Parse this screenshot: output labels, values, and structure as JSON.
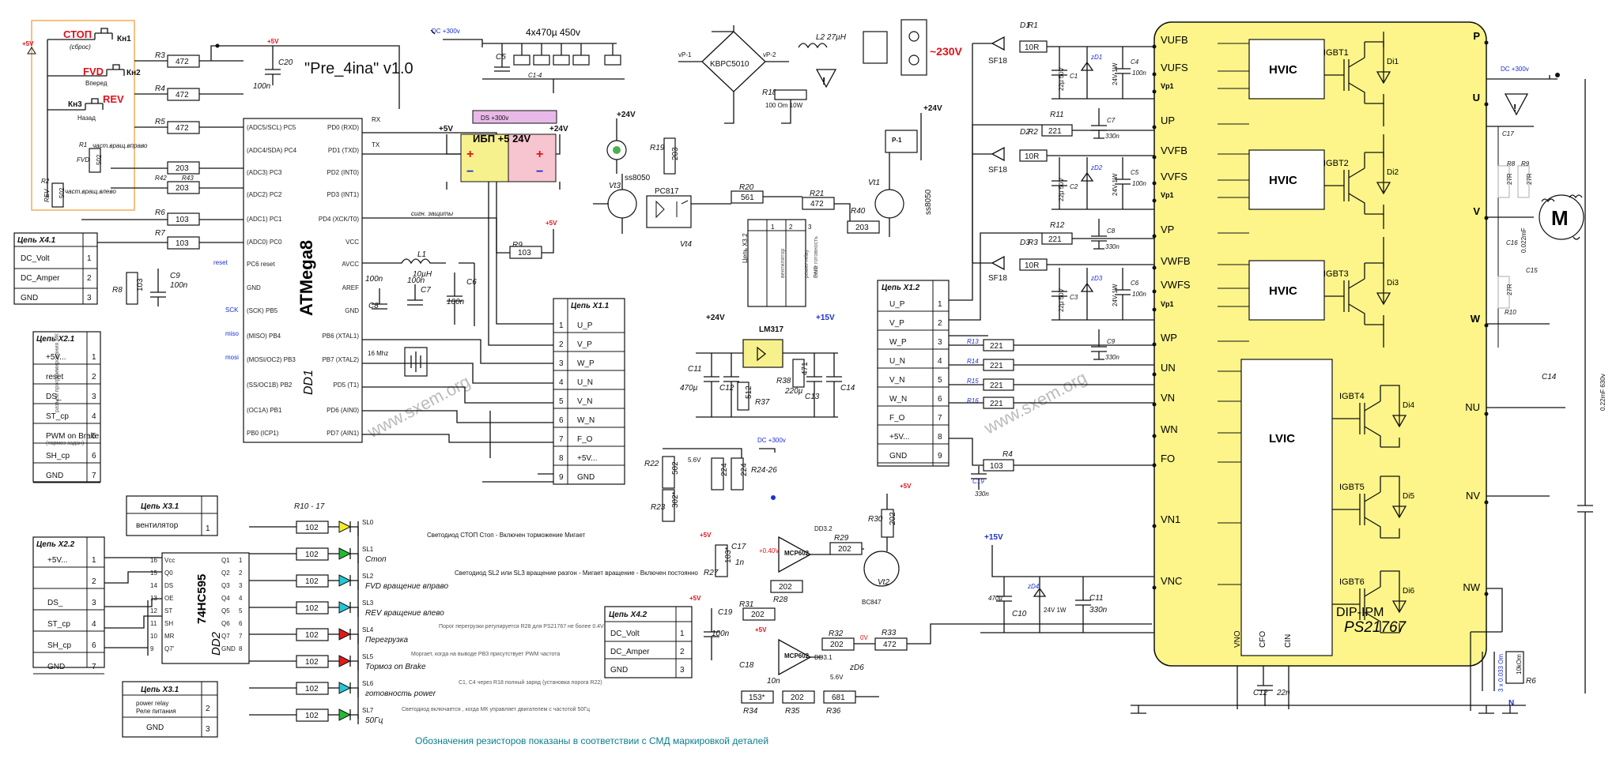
{
  "title": "\"Pre_4ina\" v1.0",
  "footer": "Обозначения резисторов показаны в соответствии с СМД маркировкой деталей",
  "watermark": "www.sxem.org",
  "buttons": {
    "stop": "СТОП",
    "stop_sub": "(сброс)",
    "kn1": "Кн1",
    "fvd": "FVD",
    "fvd_sub": "Вперед",
    "kn2": "Кн2",
    "kn3": "Кн3",
    "rev": "REV",
    "rev_sub": "Назад"
  },
  "supply": {
    "v5": "+5V",
    "v24": "+24V",
    "v15": "+15V",
    "dc300": "DC +300v",
    "ac230": "~230V"
  },
  "mcu": {
    "name": "ATMega8",
    "ref": "DD1",
    "left_pins": [
      {
        "n": "(ADC5/SCL) PC5"
      },
      {
        "n": "(ADC4/SDA) PC4"
      },
      {
        "n": "(ADC3) PC3"
      },
      {
        "n": "(ADC2) PC2"
      },
      {
        "n": "(ADC1) PC1"
      },
      {
        "n": "(ADC0) PC0"
      },
      {
        "n": "PC6 reset"
      },
      {
        "n": "GND"
      },
      {
        "n": "(SCK) PB5"
      },
      {
        "n": "(MISO) PB4"
      },
      {
        "n": "(MOSI/OC2) PB3"
      },
      {
        "n": "(SS/OC1B) PB2"
      },
      {
        "n": "(OC1A) PB1"
      },
      {
        "n": "PB0 (ICP1)"
      }
    ],
    "right_pins": [
      {
        "n": "PD0 (RXD)"
      },
      {
        "n": "PD1 (TXD)"
      },
      {
        "n": "PD2 (INT0)"
      },
      {
        "n": "PD3 (INT1)"
      },
      {
        "n": "PD4 (XCK/T0)"
      },
      {
        "n": "VCC"
      },
      {
        "n": "AVCC"
      },
      {
        "n": "AREF"
      },
      {
        "n": "GND"
      },
      {
        "n": "PB6 (XTAL1)"
      },
      {
        "n": "PB7 (XTAL2)"
      },
      {
        "n": "PD5 (T1)"
      },
      {
        "n": "PD6 (AIN0)"
      },
      {
        "n": "PD7 (AIN1)"
      }
    ],
    "rx": "RX",
    "tx": "TX",
    "reset": "reset",
    "sck": "SCK",
    "miso": "miso",
    "mosi": "mosi",
    "crystal": "16 Mhz"
  },
  "shift": {
    "name": "74HC595",
    "ref": "DD2",
    "left": [
      "Vcc",
      "Q0",
      "DS",
      "OE",
      "ST",
      "SH",
      "MR",
      "Q7'"
    ],
    "left_nums": [
      "16",
      "15",
      "14",
      "13",
      "12",
      "11",
      "10",
      "9"
    ],
    "right": [
      "Q1",
      "Q2",
      "Q3",
      "Q4",
      "Q5",
      "Q6",
      "Q7",
      "GND"
    ],
    "right_nums": [
      "1",
      "2",
      "3",
      "4",
      "5",
      "6",
      "7",
      "8"
    ]
  },
  "ipm": {
    "name": "DIP-IPM",
    "model": "PS21767",
    "left_pins": [
      "VUFB",
      "VUFS",
      "Vp1",
      "UP",
      "VVFB",
      "VVFS",
      "Vp1",
      "VP",
      "VWFB",
      "VWFS",
      "Vp1",
      "WP",
      "UN",
      "VN",
      "WN",
      "FO",
      "VN1",
      "VNC"
    ],
    "hvic": "HVIC",
    "lvic": "LVIC",
    "right_pins": [
      "P",
      "U",
      "V",
      "W",
      "NU",
      "NV",
      "NW"
    ],
    "bottom_pins": [
      "VNO",
      "CFO",
      "CIN"
    ],
    "igbts": [
      "IGBT1",
      "IGBT2",
      "IGBT3",
      "IGBT4",
      "IGBT5",
      "IGBT6"
    ],
    "diodes": [
      "Di1",
      "Di2",
      "Di3",
      "Di4",
      "Di5",
      "Di6"
    ],
    "motor": "M",
    "n": "N"
  },
  "connectors": {
    "x41": {
      "title": "Цепь X4.1",
      "rows": [
        {
          "l": "DC_Volt",
          "n": "1"
        },
        {
          "l": "DC_Amper",
          "n": "2"
        },
        {
          "l": "GND",
          "n": "3"
        }
      ]
    },
    "x21": {
      "title": "Цепь X2.1",
      "side": "разъем программирования МК",
      "rows": [
        {
          "l": "+5V...",
          "n": "1"
        },
        {
          "l": "reset",
          "n": "2"
        },
        {
          "l": "DS_",
          "n": "3"
        },
        {
          "l": "ST_cp",
          "n": "4"
        },
        {
          "l": "PWM on Brake",
          "s": "(тормоз задан)",
          "n": "5"
        },
        {
          "l": "SH_cp",
          "n": "6"
        },
        {
          "l": "GND",
          "n": "7"
        }
      ]
    },
    "x11": {
      "title": "Цепь X1.1",
      "rows": [
        {
          "l": "U_P",
          "n": "1"
        },
        {
          "l": "V_P",
          "n": "2"
        },
        {
          "l": "W_P",
          "n": "3"
        },
        {
          "l": "U_N",
          "n": "4"
        },
        {
          "l": "V_N",
          "n": "5"
        },
        {
          "l": "W_N",
          "n": "6"
        },
        {
          "l": "F_O",
          "n": "7"
        },
        {
          "l": "+5V...",
          "n": "8"
        },
        {
          "l": "GND",
          "n": "9"
        }
      ]
    },
    "x12": {
      "title": "Цепь X1.2",
      "rows": [
        {
          "l": "U_P",
          "n": "1"
        },
        {
          "l": "V_P",
          "n": "2"
        },
        {
          "l": "W_P",
          "n": "3"
        },
        {
          "l": "U_N",
          "n": "4"
        },
        {
          "l": "V_N",
          "n": "5"
        },
        {
          "l": "W_N",
          "n": "6"
        },
        {
          "l": "F_O",
          "n": "7"
        },
        {
          "l": "+5V...",
          "n": "8"
        },
        {
          "l": "GND",
          "n": "9"
        }
      ]
    },
    "x22": {
      "title": "Цепь X2.2",
      "rows": [
        {
          "l": "+5V...",
          "n": "1"
        },
        {
          "l": "",
          "n": "2"
        },
        {
          "l": "DS_",
          "n": "3"
        },
        {
          "l": "ST_cp",
          "n": "4"
        },
        {
          "l": "SH_cp",
          "n": "6"
        },
        {
          "l": "GND",
          "n": "7"
        }
      ]
    },
    "x31a": {
      "title": "Цепь X3.1",
      "rows": [
        {
          "l": "вентилятор",
          "n": "1"
        }
      ]
    },
    "x31b": {
      "title": "Цепь X3.1",
      "rows": [
        {
          "l": "power relay",
          "s": "Реле питания",
          "n": "2"
        },
        {
          "l": "GND",
          "n": "3"
        }
      ]
    },
    "x42": {
      "title": "Цепь X4.2",
      "rows": [
        {
          "l": "DC_Volt",
          "n": "1"
        },
        {
          "l": "DC_Amper",
          "n": "2"
        },
        {
          "l": "GND",
          "n": "3"
        }
      ]
    },
    "x32": {
      "title": "Цепь X3.2",
      "rows": [
        {
          "l": "вентилятор",
          "n": "1"
        },
        {
          "l": "power relay",
          "s": "Реле готовность",
          "n": "2"
        },
        {
          "l": "GND",
          "n": "3"
        }
      ]
    }
  },
  "leds": [
    {
      "ref": "SL0",
      "label": "",
      "color": "#f2ee2a"
    },
    {
      "ref": "SL1",
      "label": "Стоп",
      "color": "#22bb33"
    },
    {
      "ref": "SL2",
      "label": "FVD вращение вправо",
      "color": "#22c8d8"
    },
    {
      "ref": "SL3",
      "label": "REV вращение влево",
      "color": "#22c8d8"
    },
    {
      "ref": "SL4",
      "label": "Перегрузка",
      "color": "#e01a1a"
    },
    {
      "ref": "SL5",
      "label": "Тормоз on Brake",
      "color": "#e01a1a"
    },
    {
      "ref": "SL6",
      "label": "готовность power",
      "color": "#22c8d8"
    },
    {
      "ref": "SL7",
      "label": "50Гц",
      "color": "#22bb33"
    }
  ],
  "led_resistor": "102",
  "led_resistor_ref": "R10 - 17",
  "notes": [
    "Светодиод СТОП Стоп - Включен торможение Мигает",
    "Светодиод SL2 или SL3 вращение разгон - Мигает вращение - Включен постоянно",
    "Порог перегрузки регулируется R28 для PS21767 не более 0.4V",
    "Моргает, когда на выводе PB3 присутствует PWM частота",
    "C1, C4 через R18 полный заряд (установка порога R22)",
    "Светодиод включается , когда МК управляет двигателем с частотой 50Гц"
  ],
  "parts": {
    "r3": "472",
    "r4": "472",
    "r5": "472",
    "r1v": "502",
    "r2v": "502",
    "r42": "203",
    "r43": "203",
    "r6": "103",
    "r7": "103",
    "r8": "103",
    "r9": "103",
    "c20": "100n",
    "c9": "100n",
    "c8": "100n",
    "c7": "100n",
    "c6": "100n",
    "l1": "10µH",
    "caps_bank": "4x470µ 450v",
    "c5": "C5",
    "c14": "C1-4",
    "psu": "ИБП +5 24V",
    "ds300": "DS +300v",
    "bridge": "KBPC5010",
    "l2": "L2 27µH",
    "r18": "100 Om 10W",
    "r19": "203",
    "vt3": "ss8050",
    "pc817": "PC817",
    "r20": "561",
    "r21": "472",
    "r40": "203",
    "vt1": "ss8050",
    "vt4": "Vt4",
    "p1": "P-1",
    "lm317": "LM317",
    "r38": "471",
    "r37": "512",
    "c11": "470µ",
    "c13": "220µ",
    "r22": "502",
    "r23": "302*",
    "zd5": "5.6V",
    "r24": "224",
    "r25": "224",
    "r26": "R24-26",
    "mcp": "MCP602",
    "dd32": "DD3.2",
    "dd31": "DD3.1",
    "r27": "103*",
    "r28": "202",
    "r29": "202",
    "vt2": "BC847",
    "r30": "202",
    "r31": "202",
    "r32": "202",
    "r33": "472",
    "r34": "153*",
    "r35": "202",
    "r36": "681",
    "zd6": "5.6V",
    "r1": "10R",
    "r2": "10R",
    "r3b": "10R",
    "r11": "221",
    "r12": "221",
    "r13": "221",
    "r14": "221",
    "r15": "221",
    "r16": "221",
    "r4b": "103",
    "c15": "0.022mF",
    "c14b": "0.22mF 630v",
    "r6b": "10kOm",
    "shunt": "3 x 0.033 Om",
    "sf18": "SF18",
    "zd": "24V 1W",
    "cap22": "22µ 50V",
    "cap100n": "100n",
    "cap330n": "330n",
    "sgn": "сигн. защиты"
  },
  "colors": {
    "ipm_fill": "#fdf58a",
    "psu_left": "#f7f18d",
    "psu_right": "#f7c5cf",
    "psu_top": "#e8b9e8",
    "btn_panel": "#f0a040",
    "warn": "#f2e41c"
  }
}
